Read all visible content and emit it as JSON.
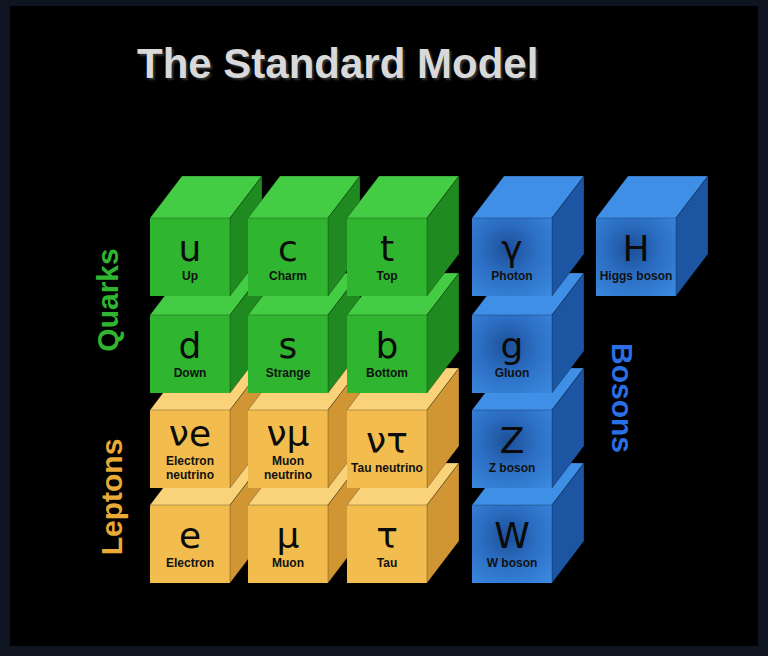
{
  "diagram": {
    "title": "The Standard Model",
    "nodes": [
      {
        "text": [
          "u",
          "Up"
        ]
      },
      {
        "text": [
          "c",
          "Charm"
        ]
      },
      {
        "text": [
          "t",
          "Top"
        ]
      },
      {
        "text": [
          "γ",
          "Photon"
        ]
      },
      {
        "text": [
          "H",
          "Higgs boson"
        ]
      },
      {
        "text": [
          "d",
          "Down"
        ]
      },
      {
        "text": [
          "s",
          "Strange"
        ]
      },
      {
        "text": [
          "b",
          "Bottom"
        ]
      },
      {
        "text": [
          "g",
          "Gluon"
        ]
      },
      {
        "text": [
          "νe",
          "Electron neutrino"
        ]
      },
      {
        "text": [
          "νμ",
          "Muon neutrino"
        ]
      },
      {
        "text": [
          "ντ",
          "Tau neutrino"
        ]
      },
      {
        "text": [
          "Z",
          "Z boson"
        ]
      },
      {
        "text": [
          "e",
          "Electron"
        ]
      },
      {
        "text": [
          "μ",
          "Muon"
        ]
      },
      {
        "text": [
          "τ",
          "Tau"
        ]
      },
      {
        "text": [
          "W",
          "W boson"
        ]
      }
    ],
    "labels": [
      "Quarks",
      "Leptons",
      "Bosons"
    ]
  }
}
